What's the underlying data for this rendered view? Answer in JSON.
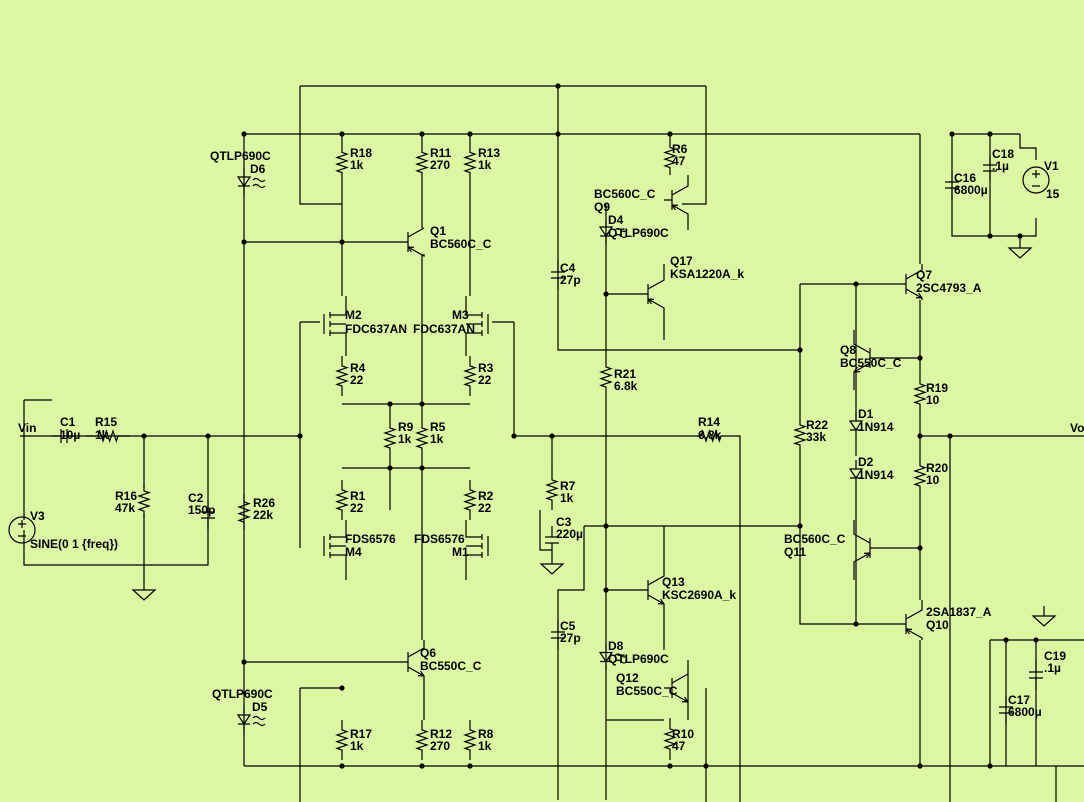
{
  "nets": {
    "input": "Vin",
    "output": "Vo"
  },
  "sources": {
    "V3": {
      "ref": "V3",
      "value": "SINE(0 1 {freq})"
    },
    "V1": {
      "ref": "V1",
      "value": "15"
    }
  },
  "resistors": [
    {
      "ref": "R15",
      "value": "1k"
    },
    {
      "ref": "R16",
      "value": "47k"
    },
    {
      "ref": "R26",
      "value": "22k"
    },
    {
      "ref": "R18",
      "value": "1k"
    },
    {
      "ref": "R11",
      "value": "270"
    },
    {
      "ref": "R13",
      "value": "1k"
    },
    {
      "ref": "R4",
      "value": "22"
    },
    {
      "ref": "R3",
      "value": "22"
    },
    {
      "ref": "R9",
      "value": "1k"
    },
    {
      "ref": "R5",
      "value": "1k"
    },
    {
      "ref": "R1",
      "value": "22"
    },
    {
      "ref": "R2",
      "value": "22"
    },
    {
      "ref": "R17",
      "value": "1k"
    },
    {
      "ref": "R12",
      "value": "270"
    },
    {
      "ref": "R8",
      "value": "1k"
    },
    {
      "ref": "R7",
      "value": "1k"
    },
    {
      "ref": "R6",
      "value": "47"
    },
    {
      "ref": "R21",
      "value": "6.8k"
    },
    {
      "ref": "R14",
      "value": "6.8k"
    },
    {
      "ref": "R10",
      "value": "47"
    },
    {
      "ref": "R22",
      "value": "33k"
    },
    {
      "ref": "R19",
      "value": "10"
    },
    {
      "ref": "R20",
      "value": "10"
    }
  ],
  "capacitors": [
    {
      "ref": "C1",
      "value": "10µ"
    },
    {
      "ref": "C2",
      "value": "150p"
    },
    {
      "ref": "C3",
      "value": "220µ"
    },
    {
      "ref": "C4",
      "value": "27p"
    },
    {
      "ref": "C5",
      "value": "27p"
    },
    {
      "ref": "C16",
      "value": "6800µ"
    },
    {
      "ref": "C18",
      "value": ".1µ"
    },
    {
      "ref": "C17",
      "value": "6800µ"
    },
    {
      "ref": "C19",
      "value": ".1µ"
    }
  ],
  "diodes": [
    {
      "ref": "D6",
      "value": "QTLP690C"
    },
    {
      "ref": "D5",
      "value": "QTLP690C"
    },
    {
      "ref": "D4",
      "value": "QTLP690C"
    },
    {
      "ref": "D8",
      "value": "QTLP690C"
    },
    {
      "ref": "D1",
      "value": "1N914"
    },
    {
      "ref": "D2",
      "value": "1N914"
    }
  ],
  "transistors": [
    {
      "ref": "Q1",
      "value": "BC560C_C"
    },
    {
      "ref": "Q6",
      "value": "BC550C_C"
    },
    {
      "ref": "Q9",
      "value": "BC560C_C"
    },
    {
      "ref": "Q17",
      "value": "KSA1220A_k"
    },
    {
      "ref": "Q13",
      "value": "KSC2690A_k"
    },
    {
      "ref": "Q12",
      "value": "BC550C_C"
    },
    {
      "ref": "Q8",
      "value": "BC550C_C"
    },
    {
      "ref": "Q11",
      "value": "BC560C_C"
    },
    {
      "ref": "Q7",
      "value": "2SC4793_A"
    },
    {
      "ref": "Q10",
      "value": "2SA1837_A"
    }
  ],
  "mosfets": [
    {
      "ref": "M2",
      "value": "FDC637AN"
    },
    {
      "ref": "M3",
      "value": "FDC637AN"
    },
    {
      "ref": "M4",
      "value": "FDS6576"
    },
    {
      "ref": "M1",
      "value": "FDS6576"
    }
  ],
  "colors": {
    "background": "#dcf7a4",
    "wire": "#000000"
  }
}
